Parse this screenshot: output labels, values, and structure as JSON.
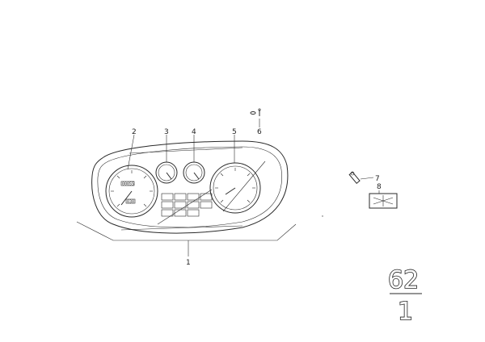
{
  "callouts": [
    {
      "id": "1",
      "label": "1"
    },
    {
      "id": "2",
      "label": "2"
    },
    {
      "id": "3",
      "label": "3"
    },
    {
      "id": "4",
      "label": "4"
    },
    {
      "id": "5",
      "label": "5"
    },
    {
      "id": "6",
      "label": "6"
    },
    {
      "id": "7",
      "label": "7"
    },
    {
      "id": "8",
      "label": "8"
    }
  ],
  "catalog_ref": {
    "group": "62",
    "subgroup": "1"
  },
  "dial_text": {
    "odometer": "00055",
    "trip": "030"
  },
  "colors": {
    "line": "#2a2a2a",
    "background": "#ffffff"
  }
}
